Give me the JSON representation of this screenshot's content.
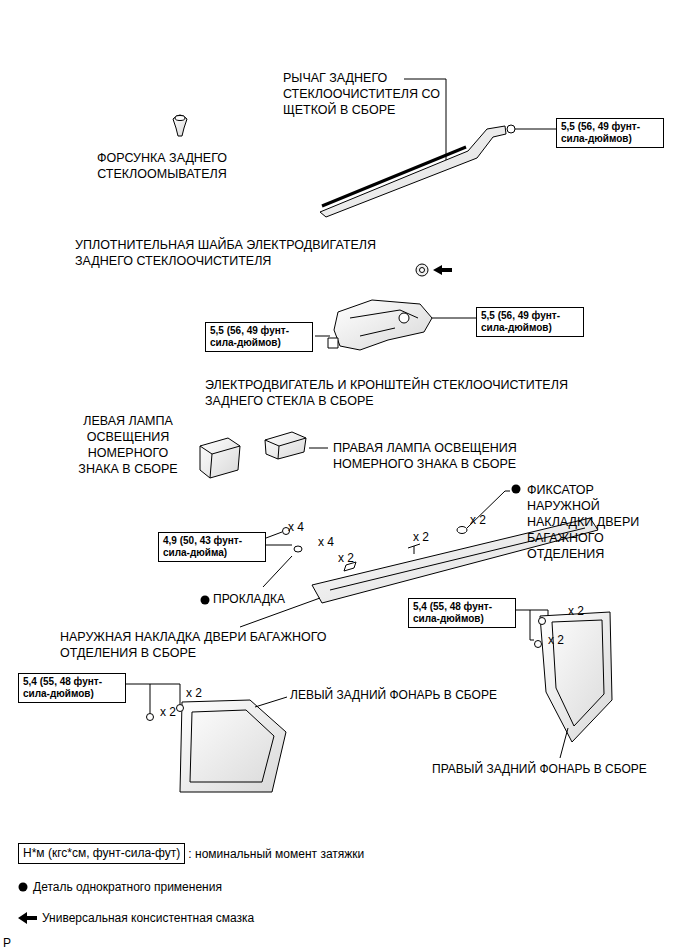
{
  "diagram": {
    "nodes": [
      {
        "text": [
          "5,5 (56, 49 фунт-сила-дюймов)"
        ]
      },
      {
        "text": [
          "5,5 (56, 49 фунт-сила-дюймов)"
        ]
      },
      {
        "text": [
          "5,5 (56, 49 фунт-сила-дюймов)"
        ]
      },
      {
        "text": [
          "4,9 (50, 43 фунт-сила-дюйма)"
        ]
      },
      {
        "text": [
          "5,4 (55, 48 фунт-сила-дюймов)"
        ]
      },
      {
        "text": [
          "5,4 (55, 48 фунт-сила-дюймов)"
        ]
      },
      {
        "text": [
          "Н*м (кгс*см, фунт-сила-фут)"
        ]
      }
    ],
    "labels": [
      "РЫЧАГ ЗАДНЕГО СТЕКЛООЧИСТИТЕЛЯ СО ЩЕТКОЙ В СБОРЕ",
      "ФОРСУНКА ЗАДНЕГО СТЕКЛООМЫВАТЕЛЯ",
      "УПЛОТНИТЕЛЬНАЯ ШАЙБА ЭЛЕКТРОДВИГАТЕЛЯ ЗАДНЕГО СТЕКЛООЧИСТИТЕЛЯ",
      "ЭЛЕКТРОДВИГАТЕЛЬ И КРОНШТЕЙН СТЕКЛООЧИСТИТЕЛЯ ЗАДНЕГО СТЕКЛА В СБОРЕ",
      "ЛЕВАЯ ЛАМПА ОСВЕЩЕНИЯ НОМЕРНОГО ЗНАКА В СБОРЕ",
      "ПРАВАЯ ЛАМПА ОСВЕЩЕНИЯ НОМЕРНОГО ЗНАКА В СБОРЕ",
      "ФИКСАТОР НАРУЖНОЙ НАКЛАДКИ ДВЕРИ БАГАЖНОГО ОТДЕЛЕНИЯ",
      "x 4",
      "x 4",
      "x 2",
      "x 2",
      "x 2",
      "ПРОКЛАДКА",
      "НАРУЖНАЯ НАКЛАДКА ДВЕРИ БАГАЖНОГО ОТДЕЛЕНИЯ В СБОРЕ",
      "x 2",
      "x 2",
      "x 2",
      "x 2",
      "ЛЕВЫЙ ЗАДНИЙ ФОНАРЬ В СБОРЕ",
      "ПРАВЫЙ ЗАДНИЙ ФОНАРЬ В СБОРЕ",
      "P"
    ],
    "legend": [
      {
        "text": ": номинальный момент затяжки"
      },
      {
        "text": "Деталь однократного применения"
      },
      {
        "text": "Универсальная консистентная смазка"
      }
    ]
  }
}
